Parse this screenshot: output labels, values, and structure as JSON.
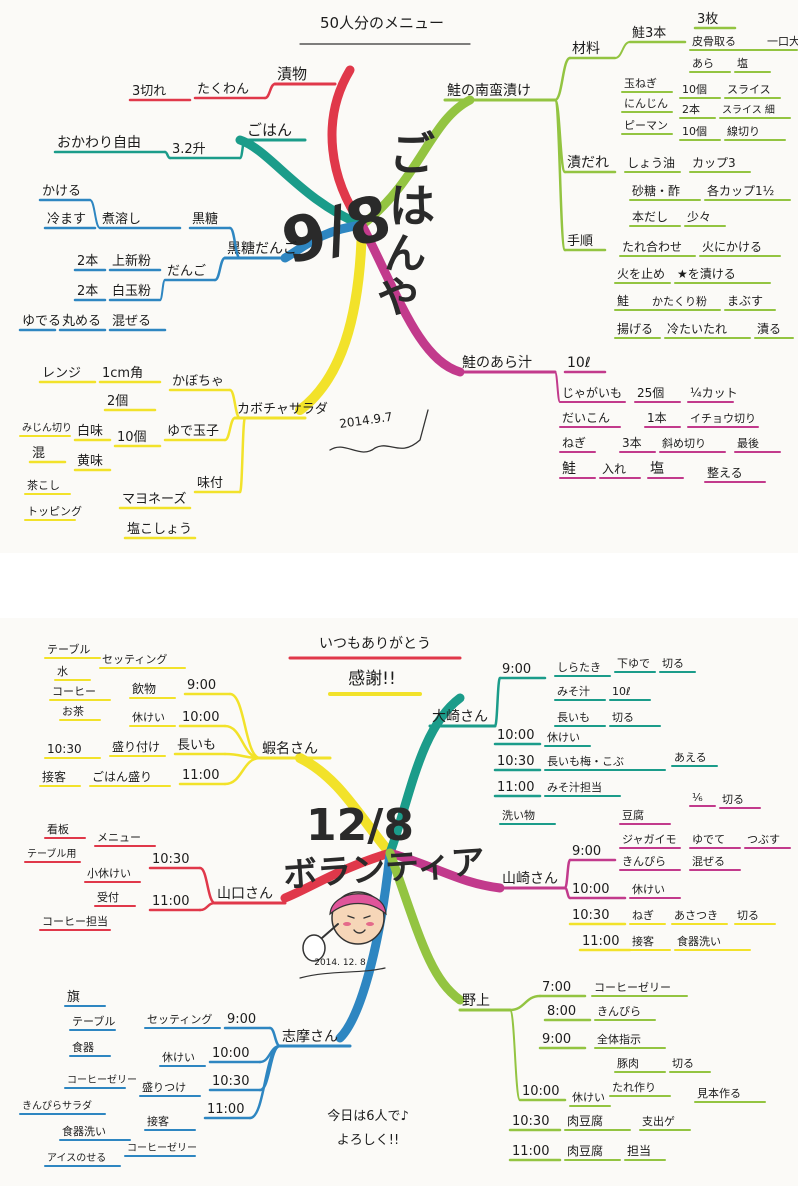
{
  "colors": {
    "red": "#e0384a",
    "pink": "#e0559a",
    "yellow": "#f2e22a",
    "green": "#93c441",
    "teal": "#1b9c8a",
    "blue": "#2e86c1",
    "magenta": "#c23a8c",
    "ink": "#1c1c1c"
  },
  "map1": {
    "title": "50人分のメニュー",
    "center": {
      "date": "9/8",
      "name": "ごはんや"
    },
    "signature": "2014.9.7",
    "left_top": [
      "3切れ",
      "たくわん",
      "漬物",
      "おかわり自由",
      "3.2升",
      "ごはん"
    ],
    "dango": [
      "かける",
      "冷ます",
      "煮溶し",
      "黒糖",
      "黒糖だんご",
      "2本",
      "上新粉",
      "だんご",
      "2本",
      "白玉粉",
      "ゆでる",
      "丸める",
      "混ぜる"
    ],
    "kabocha": [
      "レンジ",
      "1cm角",
      "かぼちゃ",
      "2個",
      "みじん切り",
      "白味",
      "10個",
      "ゆで玉子",
      "カボチャサラダ",
      "混",
      "黄味",
      "茶こし",
      "トッピング",
      "マヨネーズ",
      "味付",
      "塩こしょう"
    ],
    "nanban": [
      "鮭の南蛮漬け",
      "材料",
      "鮭3本",
      "3枚",
      "皮骨取る",
      "一口大",
      "あら",
      "塩",
      "玉ねぎ",
      "10個",
      "スライス",
      "にんじん",
      "2本",
      "スライス 細",
      "ピーマン",
      "10個",
      "線切り",
      "漬だれ",
      "しょう油",
      "カップ3",
      "砂糖・酢",
      "各カップ1½",
      "本だし",
      "少々",
      "手順",
      "たれ合わせ",
      "火にかける",
      "火を止め",
      "★を漬ける",
      "鮭",
      "かたくり粉",
      "まぶす",
      "揚げる",
      "冷たいたれ",
      "漬る"
    ],
    "arajiru": [
      "鮭のあら汁",
      "10ℓ",
      "じゃがいも",
      "25個",
      "¼カット",
      "だいこん",
      "1本",
      "イチョウ切り",
      "ねぎ",
      "3本",
      "斜め切り",
      "最後",
      "鮭",
      "入れ",
      "塩",
      "整える"
    ]
  },
  "map2": {
    "banner": {
      "line1": "いつもありがとう",
      "line2": "感謝!!"
    },
    "center": {
      "date": "12/8",
      "name": "ボランティア"
    },
    "illustration_caption": "2014. 12. 8",
    "ebina": [
      "蝦名さん",
      "テーブル",
      "セッティング",
      "水",
      "9:00",
      "コーヒー",
      "飲物",
      "お茶",
      "休けい",
      "10:00",
      "盛り付け",
      "長いも",
      "10:30",
      "接客",
      "ごはん盛り",
      "11:00"
    ],
    "yamaguchi": [
      "山口さん",
      "看板",
      "メニュー",
      "テーブル用",
      "10:30",
      "小休けい",
      "受付",
      "11:00",
      "コーヒー担当"
    ],
    "shima": [
      "志摩さん",
      "旗",
      "セッティング",
      "9:00",
      "テーブル",
      "食器",
      "休けい",
      "10:00",
      "コーヒーゼリー",
      "盛りつけ",
      "10:30",
      "きんぴらサラダ",
      "食器洗い",
      "接客",
      "11:00",
      "アイスのせる",
      "コーヒーゼリー"
    ],
    "osaki": [
      "大崎さん",
      "9:00",
      "しらたき",
      "下ゆで",
      "切る",
      "みそ汁",
      "10ℓ",
      "長いも",
      "切る",
      "10:00",
      "休けい",
      "10:30",
      "長いも梅・こぶ",
      "あえる",
      "11:00",
      "みそ汁担当",
      "洗い物"
    ],
    "yamazaki": [
      "山崎さん",
      "豆腐",
      "⅙",
      "切る",
      "9:00",
      "ジャガイモ",
      "ゆでて",
      "つぶす",
      "きんぴら",
      "混ぜる",
      "10:00",
      "休けい",
      "10:30",
      "ねぎ",
      "あさつき",
      "切る",
      "11:00",
      "接客",
      "食器洗い"
    ],
    "nogami": [
      "野上",
      "7:00",
      "コーヒーゼリー",
      "8:00",
      "きんぴら",
      "9:00",
      "全体指示",
      "豚肉",
      "切る",
      "たれ作り",
      "10:00",
      "休けい",
      "見本作る",
      "10:30",
      "肉豆腐",
      "支出ゲ",
      "11:00",
      "肉豆腐",
      "担当"
    ],
    "footer": {
      "line1": "今日は6人で♪",
      "line2": "よろしく!!"
    }
  }
}
